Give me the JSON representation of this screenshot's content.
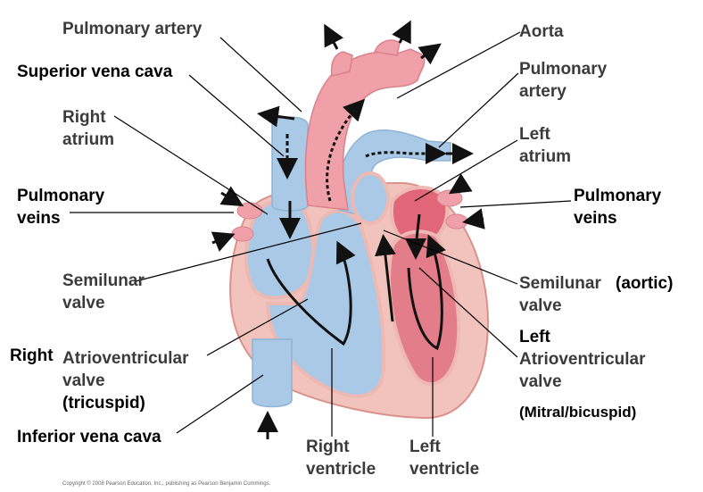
{
  "labels": {
    "pulmonary_artery_top": "Pulmonary artery",
    "superior_vena_cava": "Superior vena cava",
    "right_atrium": [
      "Right",
      "atrium"
    ],
    "pulmonary_veins_left": [
      "Pulmonary",
      "veins"
    ],
    "semilunar_valve_left": [
      "Semilunar",
      "valve"
    ],
    "right_prefix": "Right",
    "av_valve_right": [
      "Atrioventricular",
      "valve",
      "(tricuspid)"
    ],
    "inferior_vena_cava": "Inferior vena cava",
    "right_ventricle": [
      "Right",
      "ventricle"
    ],
    "left_ventricle": [
      "Left",
      "ventricle"
    ],
    "aorta": "Aorta",
    "pulmonary_artery_right": [
      "Pulmonary",
      "artery"
    ],
    "left_atrium": [
      "Left",
      "atrium"
    ],
    "pulmonary_veins_right": [
      "Pulmonary",
      "veins"
    ],
    "semilunar_aortic": [
      "Semilunar",
      "valve"
    ],
    "aortic_suffix": "(aortic)",
    "av_valve_left": [
      "Left",
      "Atrioventricular",
      "valve"
    ],
    "mitral_bicuspid": "(Mitral/bicuspid)"
  },
  "copyright": "Copyright © 2008 Pearson Education, Inc., publishing as Pearson Benjamin Cummings.",
  "colors": {
    "deoxygenated": "#a9c9e6",
    "oxygenated": "#f0a0a8",
    "muscle": "#f2c3bd",
    "leader_line": "#000000",
    "gray_label": "#3b3b3b"
  }
}
